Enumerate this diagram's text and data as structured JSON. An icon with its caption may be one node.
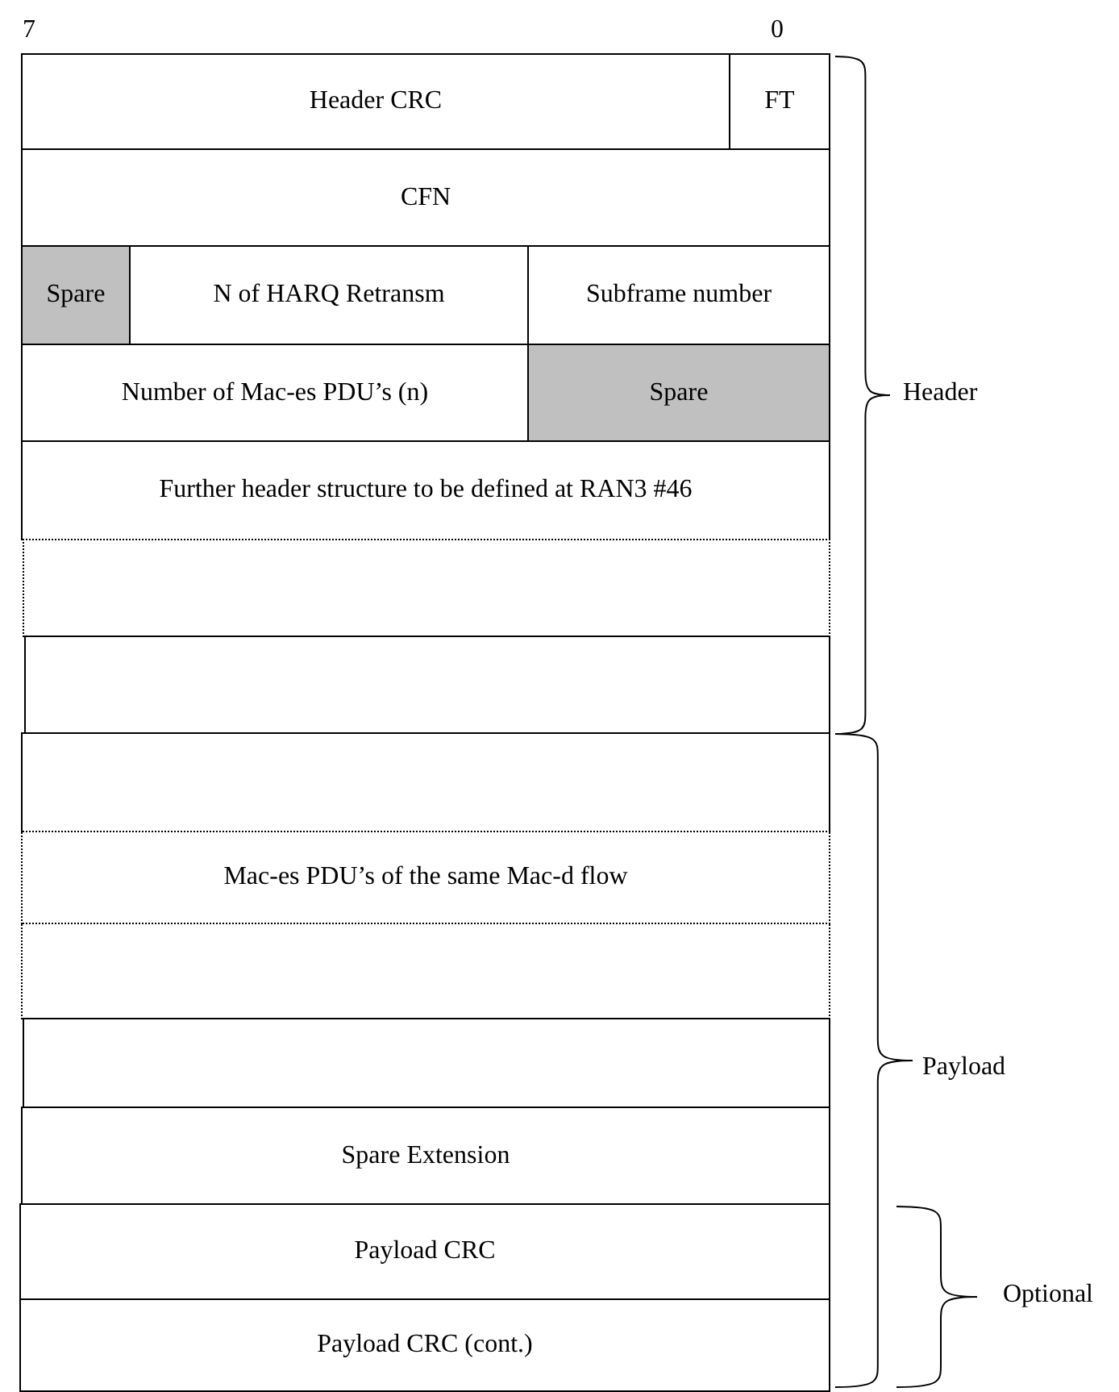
{
  "diagram": {
    "nodes": [
      {
        "text": [
          "Header CRC"
        ]
      },
      {
        "text": [
          "FT"
        ]
      },
      {
        "text": [
          "CFN"
        ]
      },
      {
        "text": [
          "Spare"
        ]
      },
      {
        "text": [
          "N of HARQ Retransm"
        ]
      },
      {
        "text": [
          "Subframe number"
        ]
      },
      {
        "text": [
          "Number of Mac-es PDU’s (n)"
        ]
      },
      {
        "text": [
          "Spare"
        ]
      },
      {
        "text": [
          "Further header structure to be defined at RAN3 #46"
        ]
      },
      {
        "text": [],
        "shape": "box"
      },
      {
        "text": [],
        "shape": "box"
      },
      {
        "text": [],
        "shape": "box"
      },
      {
        "text": [
          "Mac-es PDU’s of the same Mac-d flow"
        ]
      },
      {
        "text": [],
        "shape": "box"
      },
      {
        "text": [],
        "shape": "box"
      },
      {
        "text": [
          "Spare Extension"
        ]
      },
      {
        "text": [
          "Payload CRC"
        ]
      },
      {
        "text": [
          "Payload CRC (cont.)"
        ]
      }
    ],
    "labels": [
      "7",
      "0",
      "Header",
      "Payload",
      "Optional"
    ]
  }
}
